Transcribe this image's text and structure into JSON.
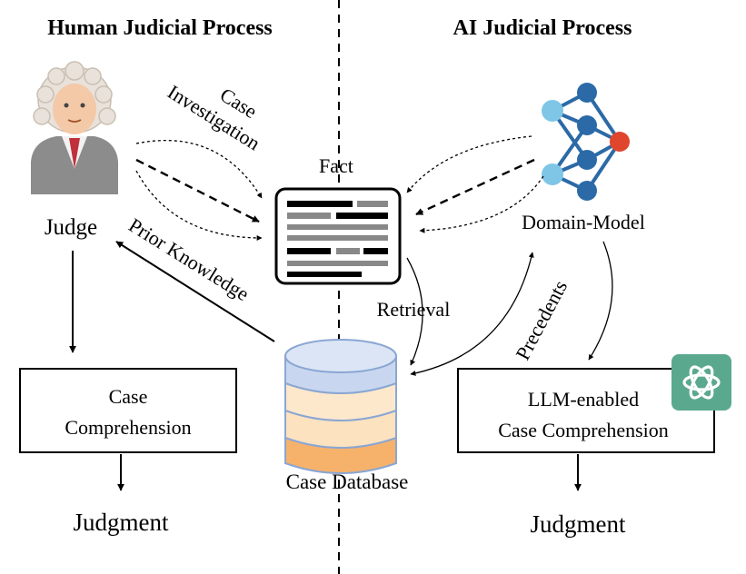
{
  "headers": {
    "left_title": "Human Judicial Process",
    "right_title": "AI Judicial Process"
  },
  "labels": {
    "judge": "Judge",
    "fact": "Fact",
    "domain_model": "Domain-Model",
    "case_database": "Case Database",
    "retrieval": "Retrieval",
    "case_investigation_line1": "Case",
    "case_investigation_line2": "Investigation",
    "prior_knowledge": "Prior Knowledge",
    "precedents": "Precedents",
    "case_comprehension_line1": "Case",
    "case_comprehension_line2": "Comprehension",
    "llm_line1": "LLM-enabled",
    "llm_line2": "Case Comprehension",
    "judgment_left": "Judgment",
    "judgment_right": "Judgment"
  },
  "icons": {
    "judge": "judge-avatar-icon",
    "document": "document-icon",
    "neural_network": "neural-network-icon",
    "database": "database-icon",
    "chatgpt": "chatgpt-logo-icon"
  },
  "colors": {
    "ink": "#000000",
    "judge_robe": "#8c8c8c",
    "judge_tie": "#c0303a",
    "judge_wig": "#e8e2da",
    "skin": "#f4c9a8",
    "nn_light": "#7fc6e6",
    "nn_dark": "#2b6aa6",
    "nn_red": "#e0452e",
    "db_blue": "#c8d7ef",
    "db_peach": "#fde2c0",
    "db_orange": "#f6b26b",
    "gpt_green": "#5aa98e"
  }
}
